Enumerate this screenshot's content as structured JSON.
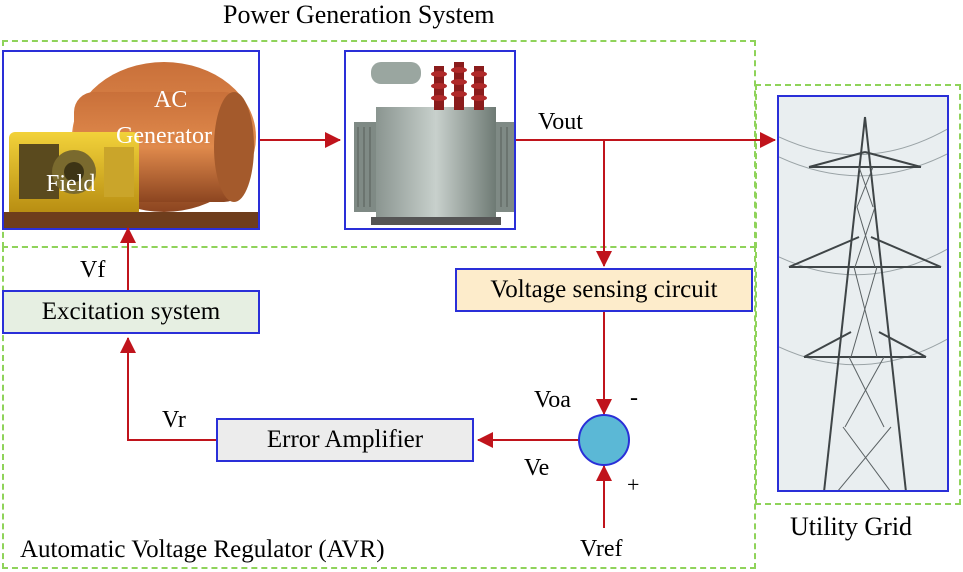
{
  "titles": {
    "power_generation": "Power Generation System",
    "avr": "Automatic Voltage Regulator (AVR)",
    "utility_grid": "Utility Grid"
  },
  "generator": {
    "ac_label_line1": "AC",
    "ac_label_line2": "Generator",
    "field_label": "Field"
  },
  "blocks": {
    "excitation": "Excitation system",
    "sensing": "Voltage sensing circuit",
    "amplifier": "Error Amplifier"
  },
  "signals": {
    "vout": "Vout",
    "vf": "Vf",
    "vr": "Vr",
    "voa": "Voa",
    "ve": "Ve",
    "vref": "Vref",
    "minus": "-",
    "plus": "+"
  },
  "colors": {
    "wire": "#c0141c",
    "block_border": "#2a2fd8",
    "dashed_border": "#8fd35a",
    "sensing_fill": "#fdeccb",
    "block_fill": "#ececec",
    "excitation_fill": "#e6efe2",
    "summer_fill": "#5bb8d6"
  }
}
